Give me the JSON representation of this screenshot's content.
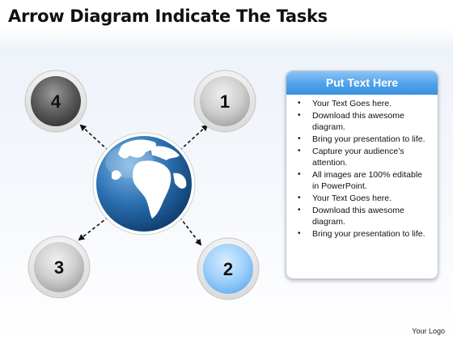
{
  "title": "Arrow Diagram Indicate The Tasks",
  "nodes": [
    {
      "label": "4",
      "style": "dark"
    },
    {
      "label": "1",
      "style": "light"
    },
    {
      "label": "3",
      "style": "light"
    },
    {
      "label": "2",
      "style": "blue"
    }
  ],
  "panel": {
    "header": "Put Text Here",
    "bullets": [
      "Your Text Goes here.",
      "Download this awesome diagram.",
      "Bring your presentation to life.",
      "Capture your audience’s attention.",
      "All images are 100% editable in PowerPoint.",
      "Your Text Goes here.",
      "Download this awesome diagram.",
      "Bring your presentation to life."
    ]
  },
  "footer": {
    "logo": "Your Logo"
  },
  "colors": {
    "accent_blue": "#4fa2ea",
    "node_grey": "#c8c8c8",
    "node_dark": "#5a5a5a",
    "globe": "#1f5f9e"
  }
}
